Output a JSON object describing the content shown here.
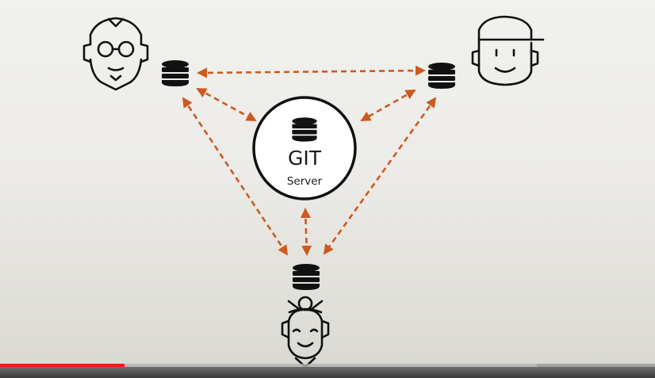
{
  "server": {
    "title": "GIT",
    "subtitle": "Server"
  },
  "colors": {
    "arrow": "#cc5a1e",
    "ink": "#1a1a1a",
    "progress": "#e62117"
  },
  "icons": {
    "developers": [
      "developer-glasses-beard-icon",
      "developer-cap-icon",
      "developer-hair-bun-icon"
    ],
    "repository": "database-icon"
  },
  "player": {
    "progress": 0.19,
    "buffered": 0.82
  }
}
